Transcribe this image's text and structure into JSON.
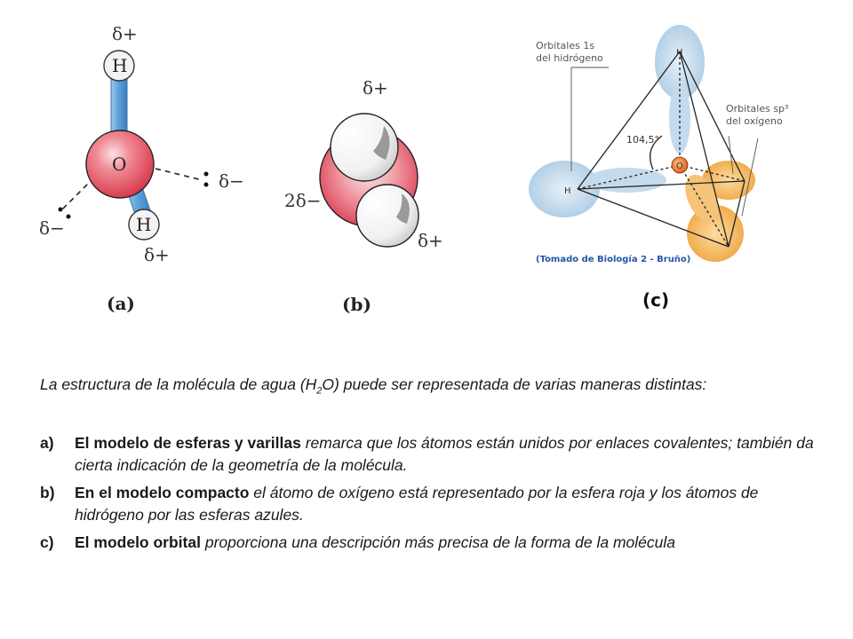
{
  "figure_a": {
    "delta_top": "δ+",
    "atom_h_top": "H",
    "atom_o": "O",
    "atom_h_bottom": "H",
    "delta_right": "δ−",
    "delta_left": "δ−",
    "delta_bottom": "δ+",
    "label": "(a)"
  },
  "figure_b": {
    "delta_top": "δ+",
    "delta_left": "2δ−",
    "delta_bottom": "δ+",
    "label": "(b)"
  },
  "figure_c": {
    "orbitals_h_line1": "Orbitales 1s",
    "orbitals_h_line2": "del hidrógeno",
    "orbitals_o_line1": "Orbitales sp³",
    "orbitals_o_line2": "del oxígeno",
    "atom_h_top": "H",
    "atom_h_left": "H",
    "atom_o": "O",
    "angle": "104,5°",
    "credit": "(Tomado de Biología 2 - Bruño)",
    "label": "(c)"
  },
  "intro": {
    "before_sub": "La estructura de la molécula de agua (H",
    "sub": "2",
    "after_sub": "O) puede ser representada de varias maneras distintas:"
  },
  "items": [
    {
      "marker": "a)",
      "bold": "El modelo de esferas y varillas",
      "text": " remarca que los átomos están unidos por enlaces covalentes; también da cierta indicación de la geometría de la molécula."
    },
    {
      "marker": "b)",
      "bold": "En el modelo compacto",
      "text": " el átomo de oxígeno está representado por la esfera roja y los átomos de hidrógeno por las esferas azules."
    },
    {
      "marker": "c)",
      "bold": "El modelo orbital",
      "text": " proporciona una descripción más precisa de la forma de la molécula"
    }
  ],
  "colors": {
    "oxygen_red": "#e8505d",
    "bond_blue": "#5a9fd8",
    "orbital_blue": "#bcd6ea",
    "orbital_orange": "#f4b04a",
    "credit_blue": "#2456a8"
  }
}
